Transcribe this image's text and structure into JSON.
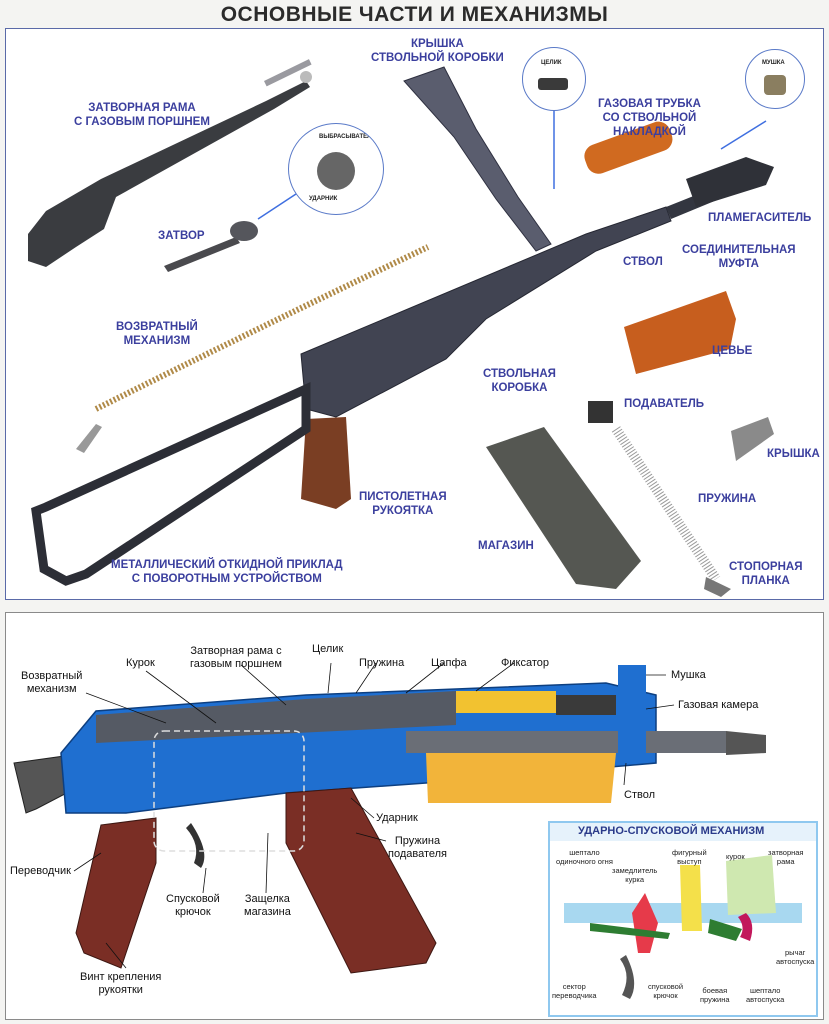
{
  "title": "ОСНОВНЫЕ ЧАСТИ И МЕХАНИЗМЫ",
  "top_labels": {
    "bolt_carrier": "ЗАТВОРНАЯ РАМА\nС ГАЗОВЫМ ПОРШНЕМ",
    "receiver_cover": "КРЫШКА\nСТВОЛЬНОЙ КОРОБКИ",
    "gas_tube": "ГАЗОВАЯ ТРУБКА\nСО СТВОЛЬНОЙ\nНАКЛАДКОЙ",
    "bolt": "ЗАТВОР",
    "flash_hider": "ПЛАМЕГАСИТЕЛЬ",
    "barrel": "СТВОЛ",
    "coupling": "СОЕДИНИТЕЛЬНАЯ\nМУФТА",
    "return_mechanism": "ВОЗВРАТНЫЙ\nМЕХАНИЗМ",
    "handguard": "ЦЕВЬЕ",
    "receiver": "СТВОЛЬНАЯ\nКОРОБКА",
    "follower": "ПОДАВАТЕЛЬ",
    "cover": "КРЫШКА",
    "pistol_grip": "ПИСТОЛЕТНАЯ\nРУКОЯТКА",
    "spring": "ПРУЖИНА",
    "magazine": "МАГАЗИН",
    "stock": "МЕТАЛЛИЧЕСКИЙ ОТКИДНОЙ ПРИКЛАД\nС ПОВОРОТНЫМ УСТРОЙСТВОМ",
    "locking_plate": "СТОПОРНАЯ\nПЛАНКА"
  },
  "circle_labels": {
    "rear_sight": "ЦЕЛИК",
    "front_sight": "МУШКА",
    "extractor": "ВЫБРАСЫВАТЕЛЬ",
    "firing_pin": "УДАРНИК"
  },
  "bottom_labels": {
    "return_mechanism": "Возвратный\nмеханизм",
    "hammer": "Курок",
    "bolt_carrier": "Затворная рама с\nгазовым поршнем",
    "rear_sight": "Целик",
    "spring": "Пружина",
    "trunnion": "Цапфа",
    "retainer": "Фиксатор",
    "front_sight": "Мушка",
    "gas_chamber": "Газовая камера",
    "barrel": "Ствол",
    "firing_pin": "Ударник",
    "follower_spring": "Пружина\nподавателя",
    "selector": "Переводчик",
    "trigger": "Спусковой\nкрючок",
    "mag_catch": "Защелка\nмагазина",
    "grip_screw": "Винт крепления\nрукоятки"
  },
  "inset": {
    "title": "УДАРНО-СПУСКОВОЙ МЕХАНИЗМ",
    "labels": {
      "single_sear": "шептало\nодиночного огня",
      "retarder": "замедлитель\nкурка",
      "shaped_lug": "фигурный\nвыступ",
      "hammer": "курок",
      "bolt_carrier": "затворная\nрама",
      "selector_sector": "сектор\nпереводчика",
      "trigger": "спусковой\nкрючок",
      "mainspring": "боевая\nпружина",
      "auto_sear": "шептало\nавтоспуска",
      "auto_lever": "рычаг\nавтоспуска"
    }
  },
  "colors": {
    "label_blue": "#3b3f9e",
    "metal_dark": "#3d4048",
    "wood": "#8b4a2b",
    "orange": "#e87a1a",
    "cutaway_blue": "#1f6fd0",
    "yellow": "#f2c230"
  }
}
